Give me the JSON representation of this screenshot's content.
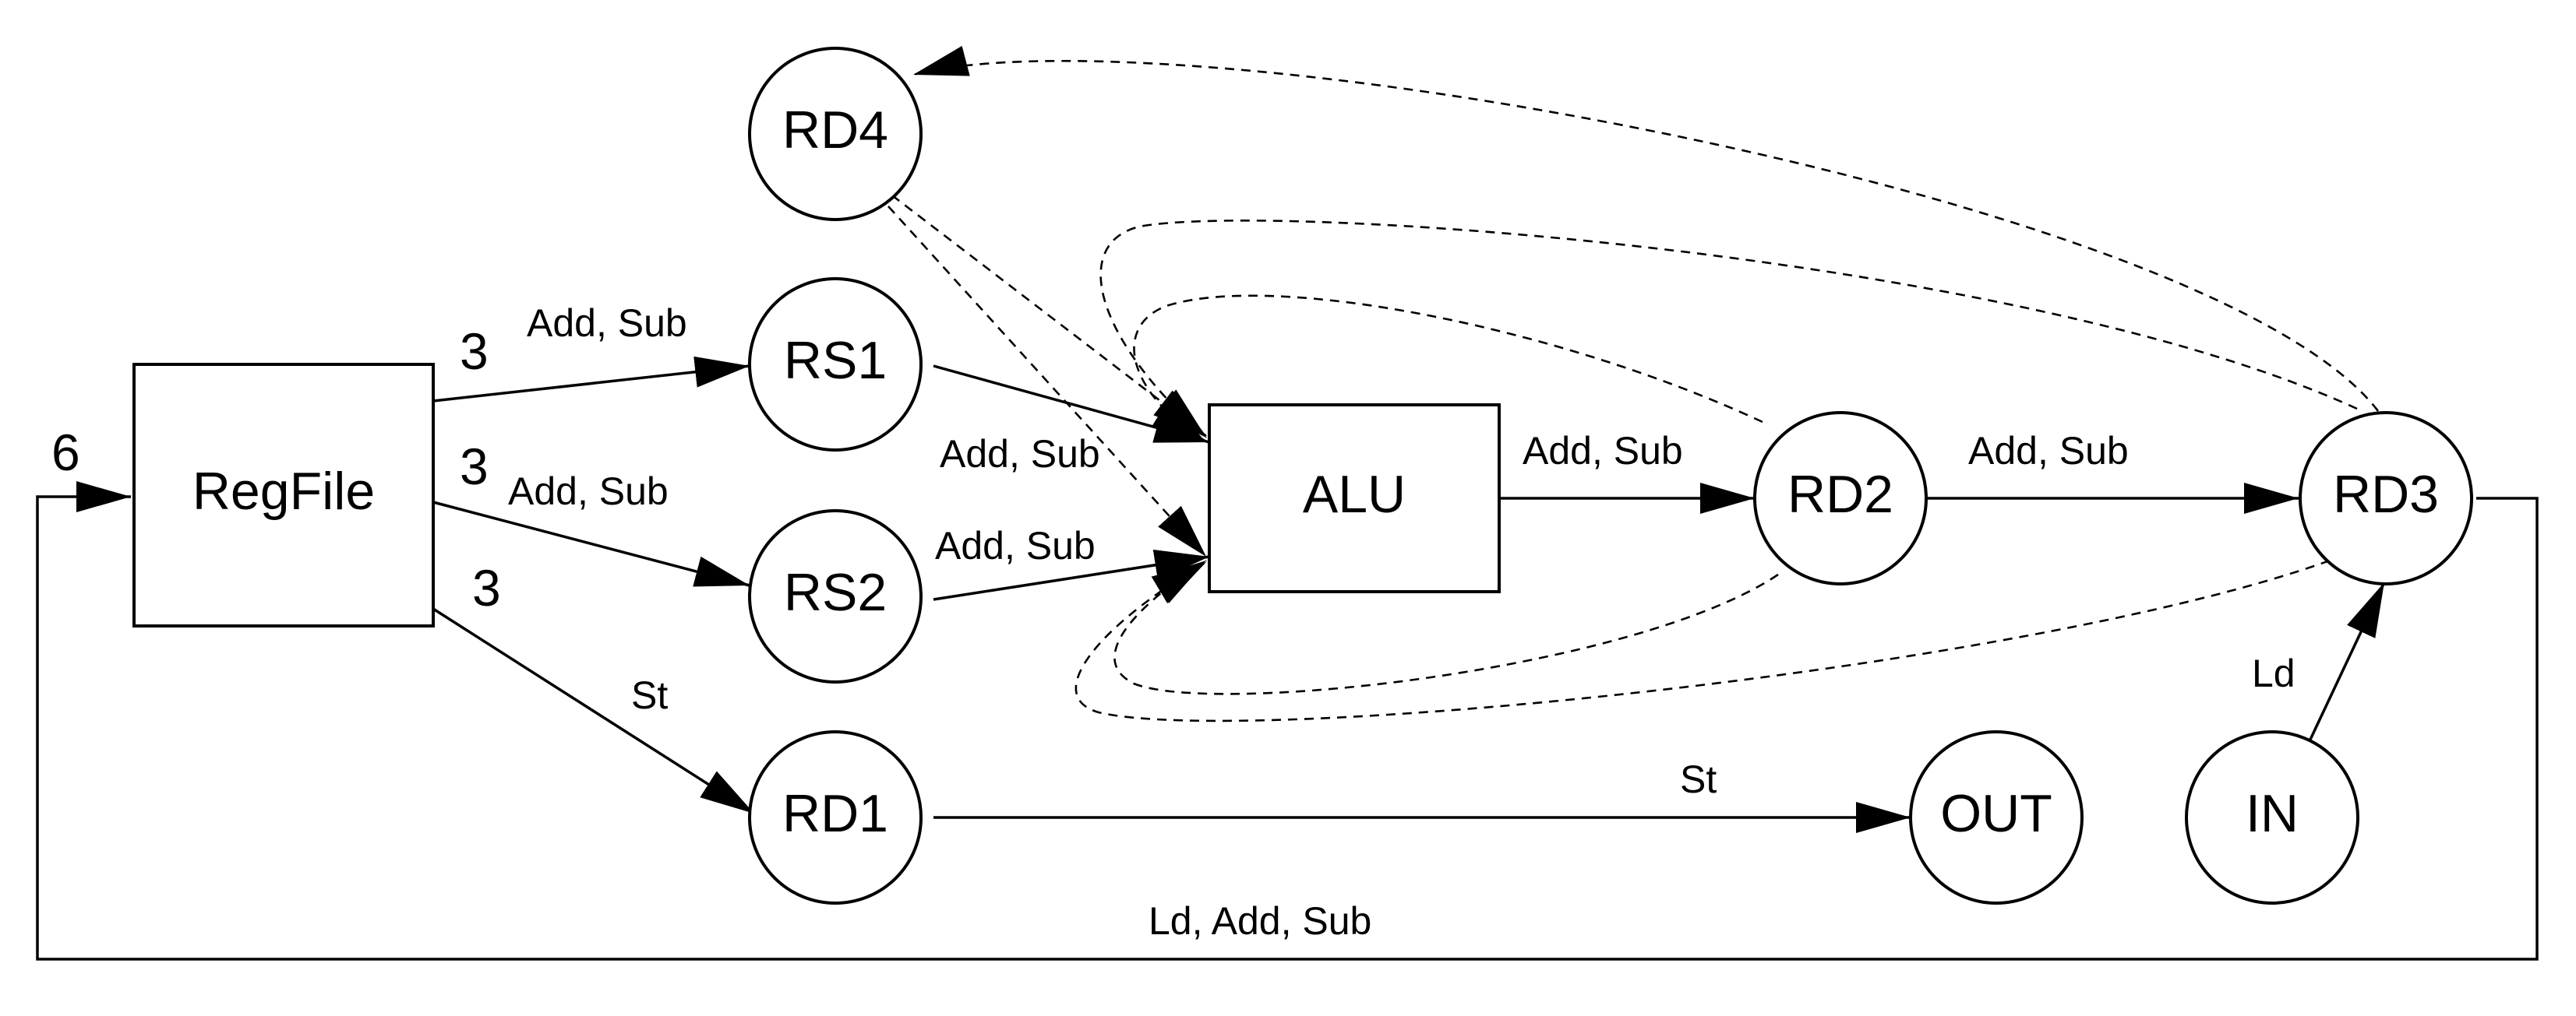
{
  "nodes": {
    "regfile": "RegFile",
    "alu": "ALU",
    "rs1": "RS1",
    "rs2": "RS2",
    "rd1": "RD1",
    "rd2": "RD2",
    "rd3": "RD3",
    "rd4": "RD4",
    "out": "OUT",
    "in": "IN"
  },
  "edge_labels": {
    "regfile_rs1": "Add, Sub",
    "regfile_rs2": "Add, Sub",
    "regfile_rd1": "St",
    "rs1_alu": "Add, Sub",
    "rs2_alu": "Add, Sub",
    "alu_rd2": "Add, Sub",
    "rd2_rd3": "Add, Sub",
    "rd1_out": "St",
    "in_rd3": "Ld",
    "rd3_regfile": "Ld, Add, Sub"
  },
  "counts": {
    "regfile_rs1": "3",
    "regfile_rs2": "3",
    "regfile_rd1": "3",
    "rd3_regfile": "6"
  }
}
